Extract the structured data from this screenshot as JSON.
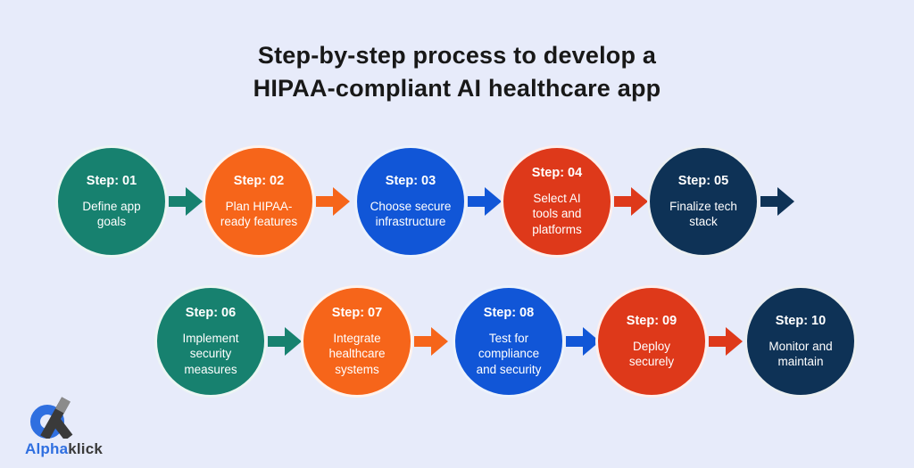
{
  "title": {
    "line1": "Step-by-step process to develop a",
    "line2": "HIPAA-compliant AI healthcare app"
  },
  "colors": {
    "background": "#E7EBFA",
    "teal": "#17816F",
    "orange": "#F6651A",
    "blue": "#1156D7",
    "red": "#DE391A",
    "navy": "#0E3256",
    "title_text": "#181818",
    "step_text": "#FFFFFF",
    "logo_blue": "#2F6FE0",
    "logo_dark": "#3A3A3A",
    "logo_gray": "#8B8B8B"
  },
  "steps": [
    {
      "label": "Step: 01",
      "text": "Define app\ngoals",
      "color": "teal",
      "has_arrow": true
    },
    {
      "label": "Step: 02",
      "text": "Plan HIPAA-\nready features",
      "color": "orange",
      "has_arrow": true
    },
    {
      "label": "Step: 03",
      "text": "Choose secure\ninfrastructure",
      "color": "blue",
      "has_arrow": true
    },
    {
      "label": "Step: 04",
      "text": "Select AI\ntools and\nplatforms",
      "color": "red",
      "has_arrow": true
    },
    {
      "label": "Step: 05",
      "text": "Finalize tech\nstack",
      "color": "navy",
      "has_arrow": true
    },
    {
      "label": "Step: 06",
      "text": "Implement\nsecurity\nmeasures",
      "color": "teal",
      "has_arrow": true
    },
    {
      "label": "Step: 07",
      "text": "Integrate\nhealthcare\nsystems",
      "color": "orange",
      "has_arrow": true
    },
    {
      "label": "Step: 08",
      "text": "Test for\ncompliance\nand security",
      "color": "blue",
      "has_arrow": true
    },
    {
      "label": "Step: 09",
      "text": "Deploy\nsecurely",
      "color": "red",
      "has_arrow": true
    },
    {
      "label": "Step: 10",
      "text": "Monitor and\nmaintain",
      "color": "navy",
      "has_arrow": false
    }
  ],
  "logo": {
    "brand_first": "Alpha",
    "brand_second": "klick"
  }
}
